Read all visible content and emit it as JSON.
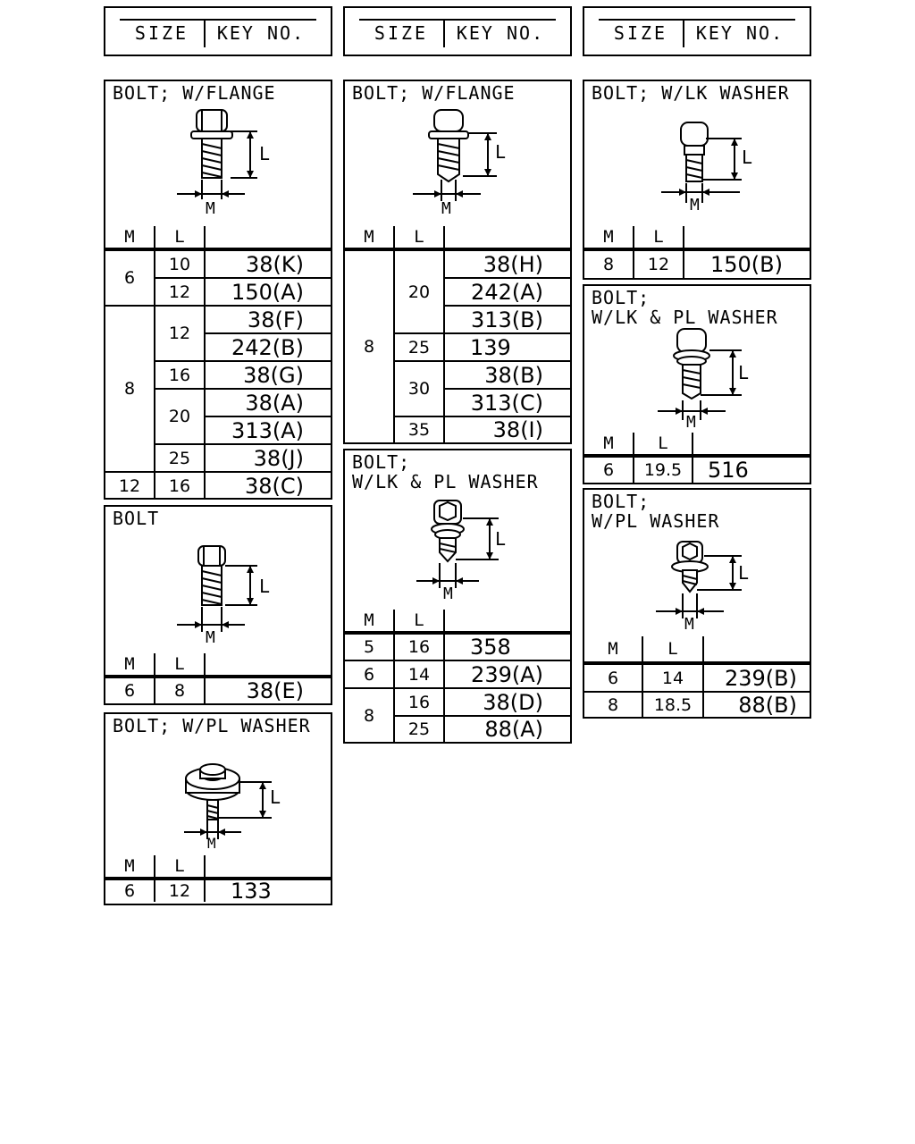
{
  "legend": {
    "size_label": "SIZE",
    "key_label": "KEY NO."
  },
  "col_m": "M",
  "col_l": "L",
  "dim_l": "L",
  "dim_m": "M",
  "panels": {
    "p1": {
      "title": "BOLT; W/FLANGE",
      "rows": [
        {
          "m": "6",
          "l": "10",
          "key": "38(K)"
        },
        {
          "m": "",
          "l": "12",
          "key": "150(A)"
        },
        {
          "m": "8",
          "l": "12",
          "key": "38(F)"
        },
        {
          "m": "",
          "l": "",
          "key": "242(B)"
        },
        {
          "m": "",
          "l": "16",
          "key": "38(G)"
        },
        {
          "m": "",
          "l": "20",
          "key": "38(A)"
        },
        {
          "m": "",
          "l": "",
          "key": "313(A)"
        },
        {
          "m": "",
          "l": "25",
          "key": "38(J)"
        },
        {
          "m": "12",
          "l": "16",
          "key": "38(C)"
        }
      ]
    },
    "p2": {
      "title": "BOLT",
      "rows": [
        {
          "m": "6",
          "l": "8",
          "key": "38(E)"
        }
      ]
    },
    "p3": {
      "title": "BOLT; W/PL WASHER",
      "rows": [
        {
          "m": "6",
          "l": "12",
          "key": "133"
        }
      ]
    },
    "p4": {
      "title": "BOLT; W/FLANGE",
      "rows": [
        {
          "m": "8",
          "l": "20",
          "key": "38(H)"
        },
        {
          "m": "",
          "l": "",
          "key": "242(A)"
        },
        {
          "m": "",
          "l": "",
          "key": "313(B)"
        },
        {
          "m": "",
          "l": "25",
          "key": "139"
        },
        {
          "m": "",
          "l": "30",
          "key": "38(B)"
        },
        {
          "m": "",
          "l": "",
          "key": "313(C)"
        },
        {
          "m": "",
          "l": "35",
          "key": "38(I)"
        }
      ]
    },
    "p5": {
      "title": "BOLT;\nW/LK & PL WASHER",
      "rows": [
        {
          "m": "5",
          "l": "16",
          "key": "358"
        },
        {
          "m": "6",
          "l": "14",
          "key": "239(A)"
        },
        {
          "m": "8",
          "l": "16",
          "key": "38(D)"
        },
        {
          "m": "",
          "l": "25",
          "key": "88(A)"
        }
      ]
    },
    "p6": {
      "title": "BOLT; W/LK WASHER",
      "rows": [
        {
          "m": "8",
          "l": "12",
          "key": "150(B)"
        }
      ]
    },
    "p7": {
      "title": "BOLT;\nW/LK & PL WASHER",
      "rows": [
        {
          "m": "6",
          "l": "19.5",
          "key": "516"
        }
      ]
    },
    "p8": {
      "title": "BOLT;\nW/PL WASHER",
      "rows": [
        {
          "m": "6",
          "l": "14",
          "key": "239(B)"
        },
        {
          "m": "8",
          "l": "18.5",
          "key": "88(B)"
        }
      ]
    }
  }
}
